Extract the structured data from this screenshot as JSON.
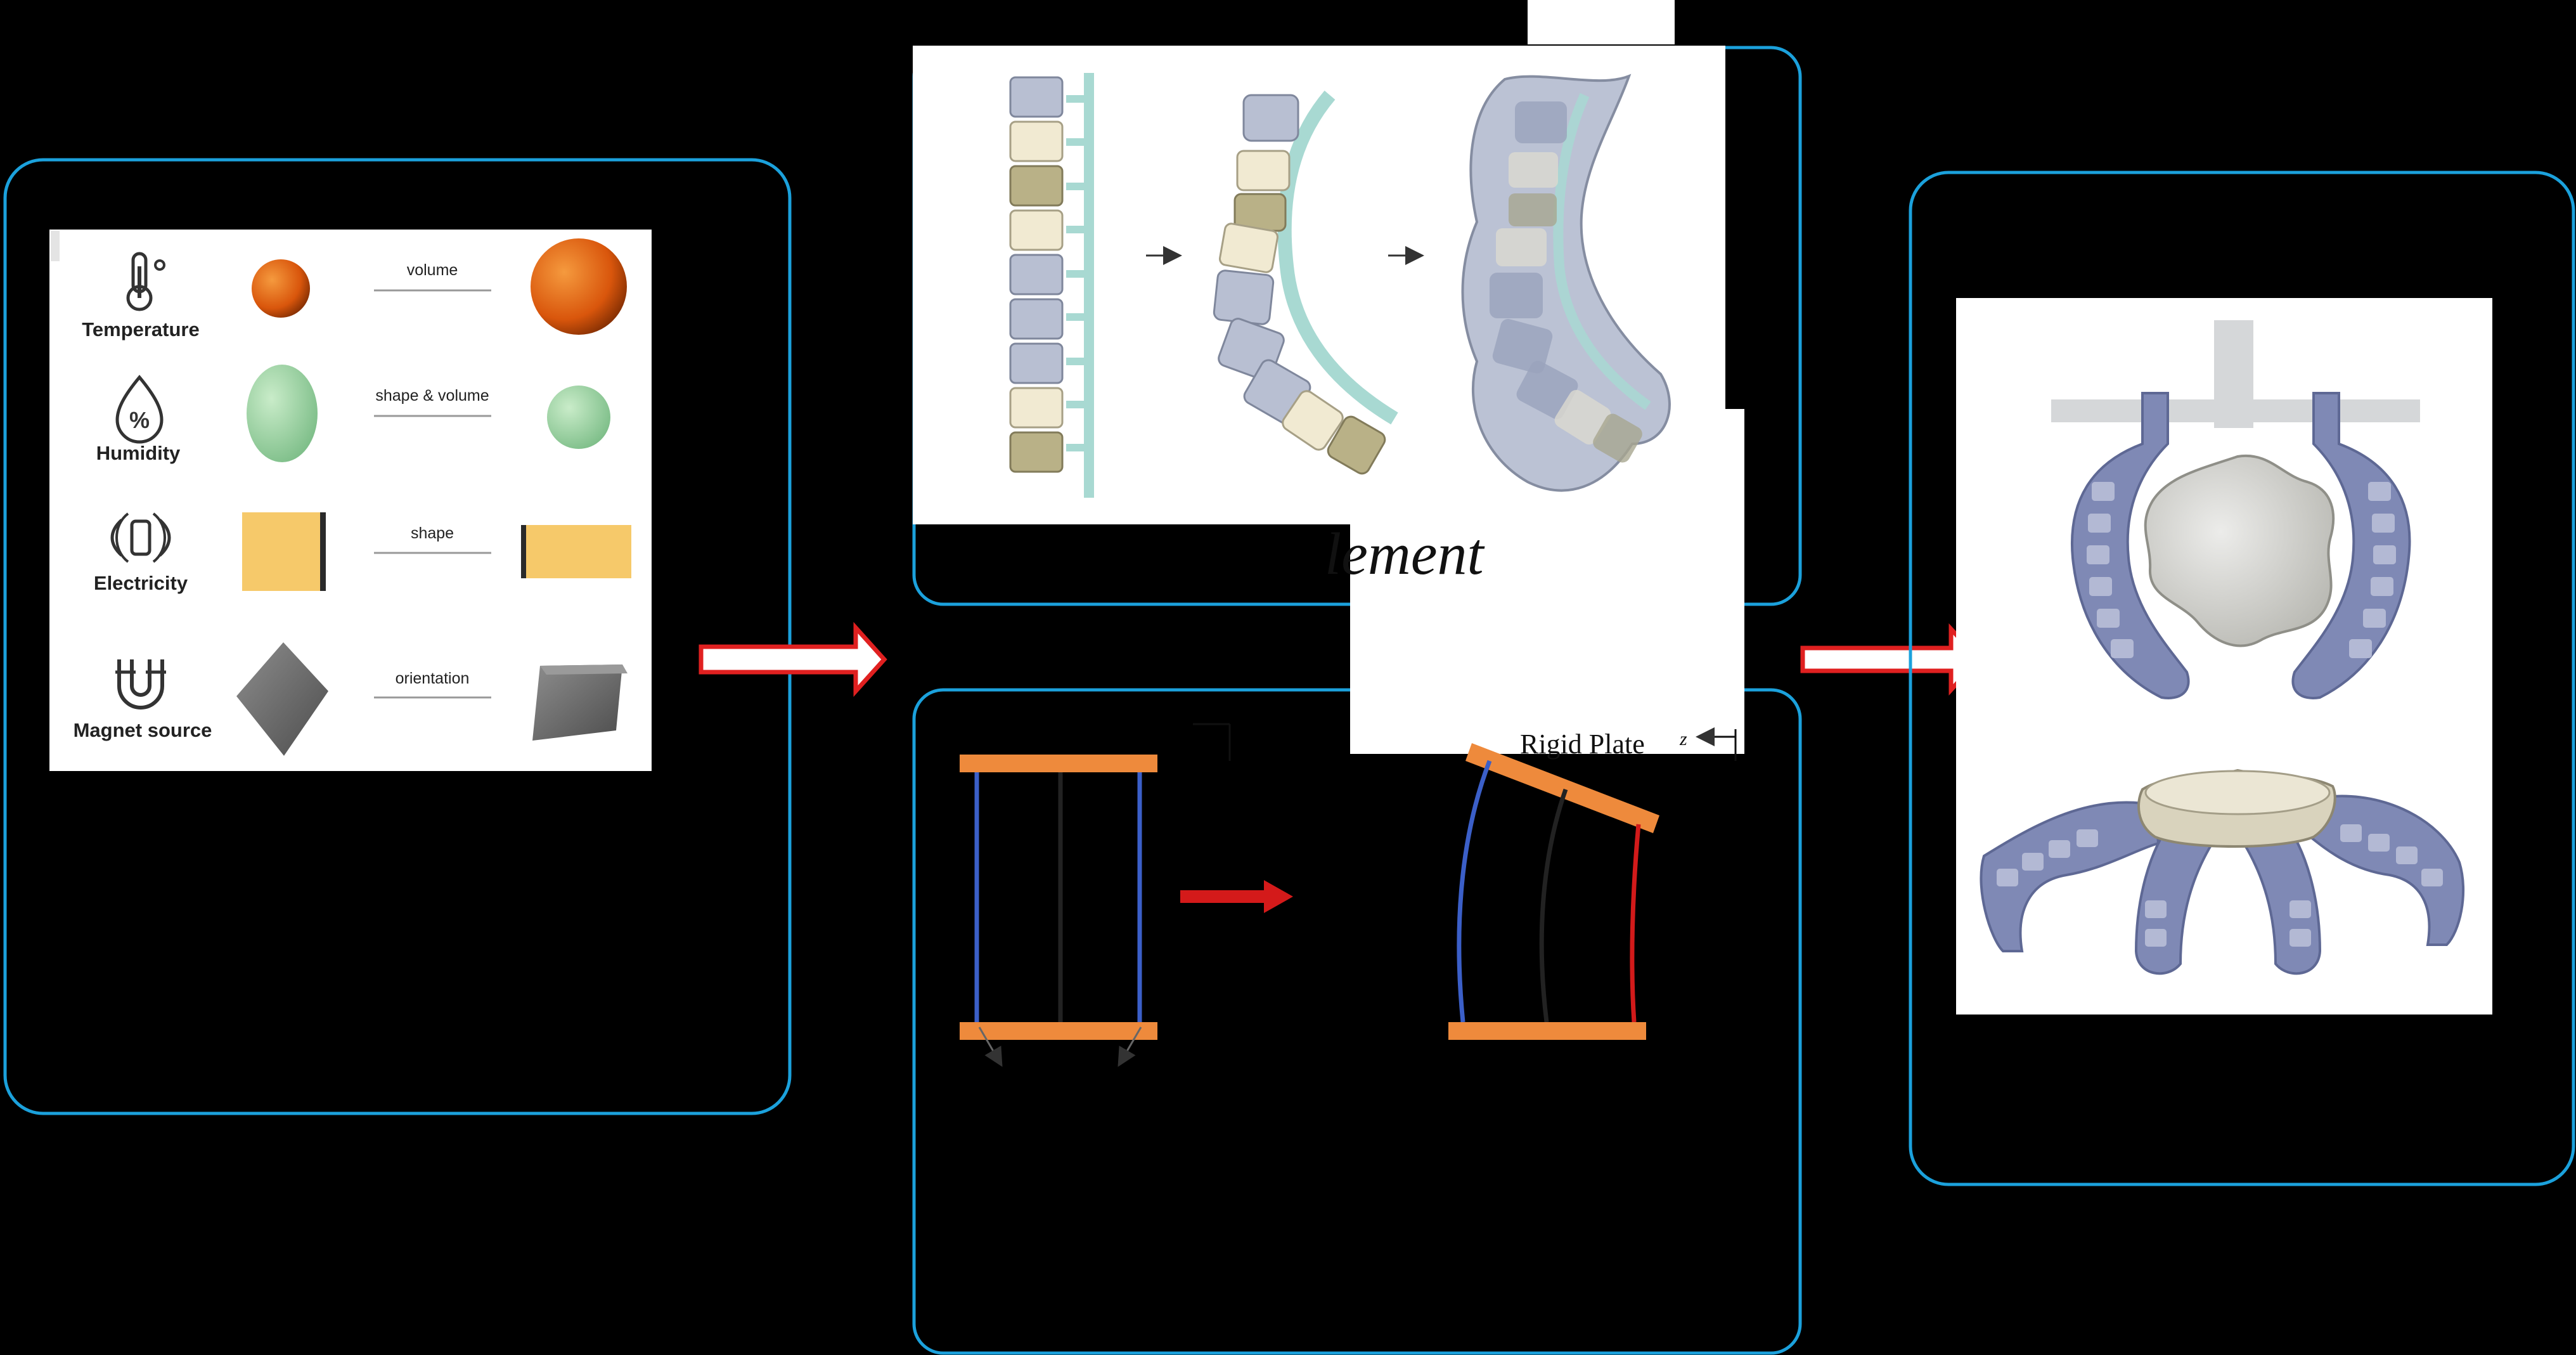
{
  "stimuli_panel": {
    "rows": [
      {
        "stimulus": "Temperature",
        "response": "volume",
        "icon": "thermometer-icon"
      },
      {
        "stimulus": "Humidity",
        "response": "shape & volume",
        "icon": "humidity-icon"
      },
      {
        "stimulus": "Electricity",
        "response": "shape",
        "icon": "electricity-icon"
      },
      {
        "stimulus": "Magnet source",
        "response": "orientation",
        "icon": "magnet-icon"
      }
    ]
  },
  "element_panel": {
    "caption": "lement"
  },
  "plate_panel": {
    "rigid_plate_label": "Rigid Plate",
    "axis_label": "z"
  },
  "colors": {
    "frame": "#1ba1dc",
    "arrow_outline": "#e02020",
    "orange_plate": "#ee8a3c",
    "blue_wire": "#3b5fc8",
    "red_wire": "#d21a1a",
    "module_blue": "#b8bfd2",
    "module_cream": "#f1ead2",
    "module_olive": "#b9b187",
    "backbone_teal": "#a8d9d2",
    "soft_gripper": "#7f89b5"
  }
}
